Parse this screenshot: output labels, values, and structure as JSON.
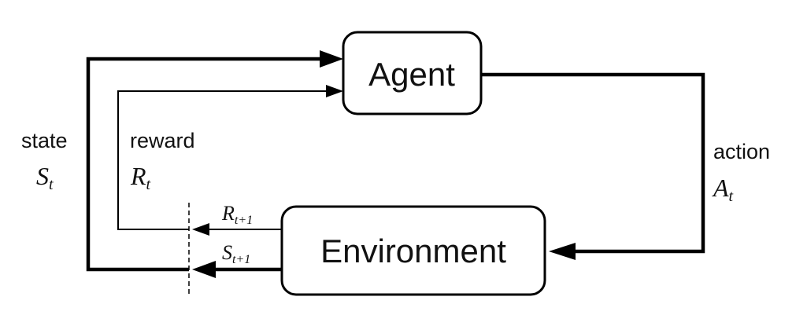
{
  "agent": {
    "label": "Agent"
  },
  "environment": {
    "label": "Environment"
  },
  "state": {
    "word": "state",
    "symbol": "S",
    "subscript": "t"
  },
  "reward": {
    "word": "reward",
    "symbol": "R",
    "subscript": "t"
  },
  "action": {
    "word": "action",
    "symbol": "A",
    "subscript": "t"
  },
  "next_reward": {
    "symbol": "R",
    "subscript": "t+1"
  },
  "next_state": {
    "symbol": "S",
    "subscript": "t+1"
  }
}
